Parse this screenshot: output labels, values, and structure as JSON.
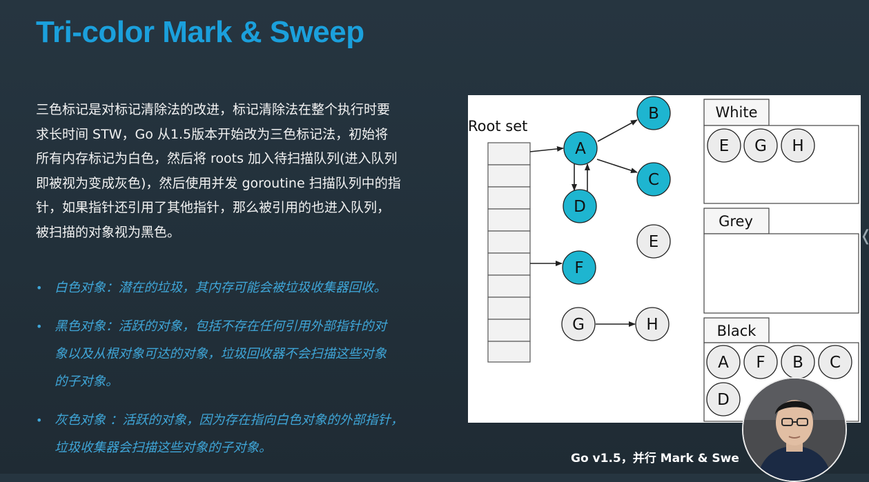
{
  "title": "Tri-color Mark & Sweep",
  "paragraph": [
    "三色标记是对标记清除法的改进，标记清除法在整个执行时要",
    "求长时间 STW，Go 从1.5版本开始改为三色标记法，初始将",
    "所有内存标记为白色，然后将 roots 加入待扫描队列(进入队列",
    "即被视为变成灰色)，然后使用并发 goroutine 扫描队列中的指",
    "针，如果指针还引用了其他指针，那么被引用的也进入队列，",
    "被扫描的对象视为黑色。"
  ],
  "bullets": [
    {
      "lines": [
        "白色对象：潜在的垃圾，其内存可能会被垃圾收集器回收。"
      ]
    },
    {
      "lines": [
        "黑色对象：活跃的对象，包括不存在任何引用外部指针的对",
        "象以及从根对象可达的对象，垃圾回收器不会扫描这些对象",
        "的子对象。"
      ]
    },
    {
      "lines": [
        "灰色对象 ：活跃的对象，因为存在指向白色对象的外部指针，",
        "垃圾收集器会扫描这些对象的子对象。"
      ]
    }
  ],
  "diagram": {
    "root_label": "Root set",
    "node_labels": {
      "A": "A",
      "B": "B",
      "C": "C",
      "D": "D",
      "E": "E",
      "F": "F",
      "G": "G",
      "H": "H"
    },
    "white_box": {
      "label": "White",
      "items": [
        "E",
        "G",
        "H"
      ]
    },
    "grey_box": {
      "label": "Grey",
      "items": []
    },
    "black_box": {
      "label": "Black",
      "items": [
        "A",
        "F",
        "B",
        "C",
        "D"
      ]
    },
    "colors": {
      "marked": "#1eb5d0",
      "unmarked": "#ececec",
      "stroke": "#222222"
    }
  },
  "caption": "Go v1.5，并行 Mark & Swe",
  "icons": {
    "side_nav": "chevron-left-icon",
    "presenter": "presenter-avatar"
  }
}
